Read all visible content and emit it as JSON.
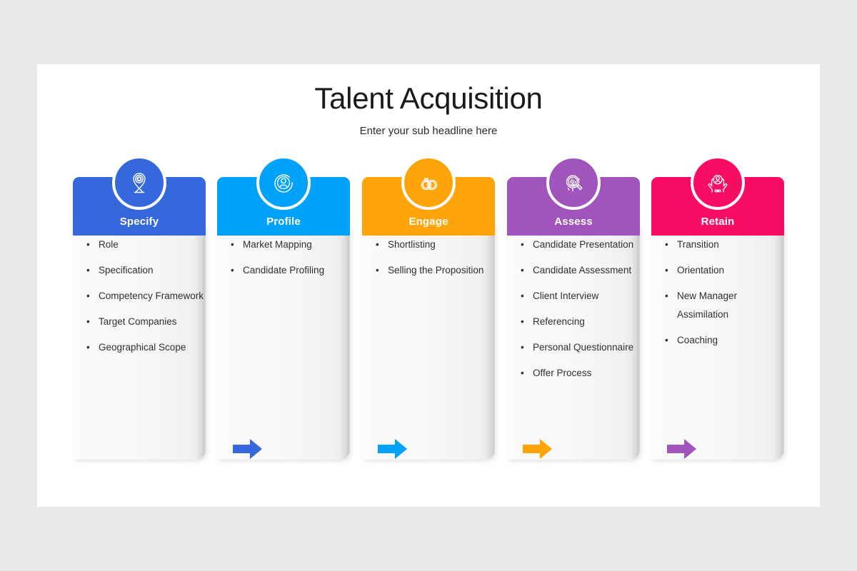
{
  "header": {
    "title": "Talent Acquisition",
    "subtitle": "Enter your sub headline here"
  },
  "palette": {
    "specify": "#3568dc",
    "profile": "#00a2fb",
    "engage": "#ffa409",
    "assess": "#a054bc",
    "retain": "#f90c63",
    "slide_background": "#ffffff",
    "page_background": "#e8e8ea",
    "sheet": "#f7f7f7",
    "text": "#2f2f2f"
  },
  "columns": [
    {
      "label": "Specify",
      "color": "#3568dc",
      "icon": "location-pin-target-icon",
      "items": [
        "Role",
        "Specification",
        "Competency Framework",
        "Target Companies",
        "Geographical Scope"
      ]
    },
    {
      "label": "Profile",
      "color": "#00a2fb",
      "icon": "user-circle-icon",
      "items": [
        "Market Mapping",
        "Candidate Profiling"
      ]
    },
    {
      "label": "Engage",
      "color": "#ffa409",
      "icon": "interlocking-rings-icon",
      "items": [
        "Shortlisting",
        "Selling the Proposition"
      ]
    },
    {
      "label": "Assess",
      "color": "#a054bc",
      "icon": "magnifier-bar-chart-icon",
      "items": [
        "Candidate Presentation",
        "Candidate Assessment",
        "Client Interview",
        "Referencing",
        "Personal Questionnaire",
        "Offer Process"
      ]
    },
    {
      "label": "Retain",
      "color": "#f90c63",
      "icon": "hands-holding-person-icon",
      "items": [
        "Transition",
        "Orientation",
        "New Manager Assimilation",
        "Coaching"
      ]
    }
  ],
  "arrows": [
    {
      "name": "arrow-specify-to-profile",
      "color": "#3568dc"
    },
    {
      "name": "arrow-profile-to-engage",
      "color": "#00a2fb"
    },
    {
      "name": "arrow-engage-to-assess",
      "color": "#ffa409"
    },
    {
      "name": "arrow-assess-to-retain",
      "color": "#a054bc"
    }
  ]
}
